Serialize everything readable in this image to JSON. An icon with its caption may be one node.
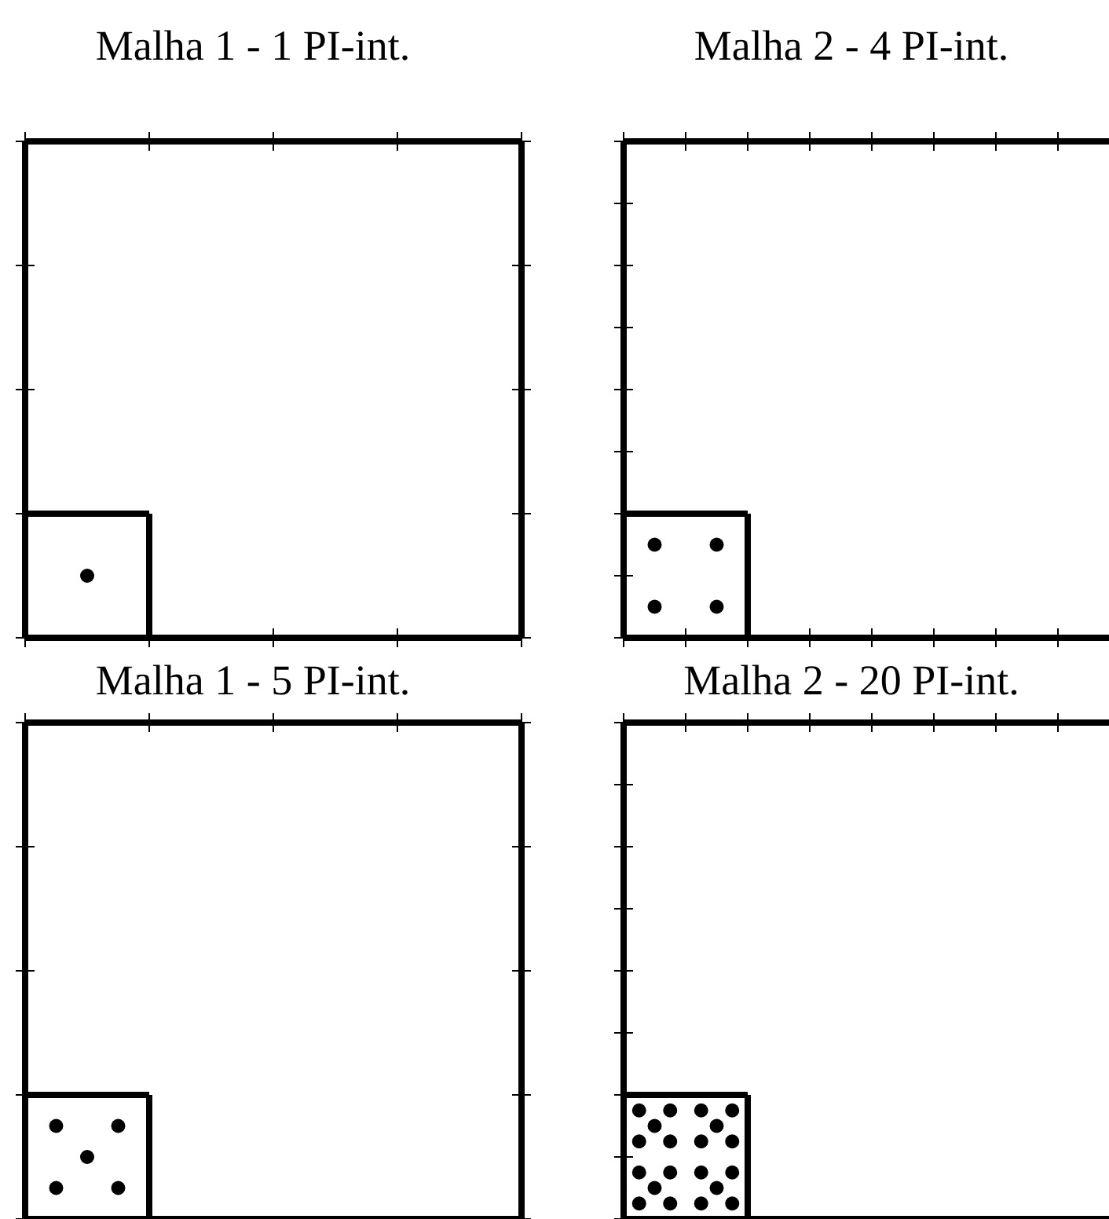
{
  "diagram": {
    "labels": [
      "Malha 1 - 1 PI-int.",
      "Malha 2 - 4 PI-int.",
      "Malha 1 - 5 PI-int.",
      "Malha 2 - 20 PI-int."
    ]
  }
}
